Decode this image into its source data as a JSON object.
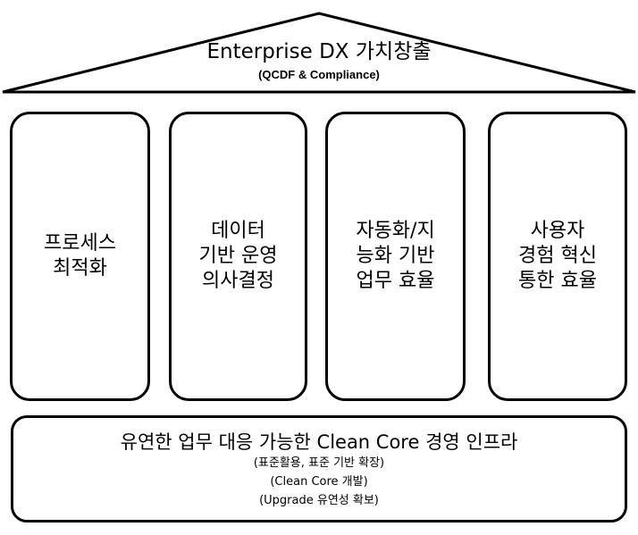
{
  "roof": {
    "title": "Enterprise DX 가치창출",
    "subtitle": "(QCDF & Compliance)"
  },
  "pillars": [
    {
      "text": "프로세스\n최적화"
    },
    {
      "text": "데이터\n기반 운영\n의사결정"
    },
    {
      "text": "자동화/지\n능화 기반\n업무 효율"
    },
    {
      "text": "사용자\n경험 혁신\n통한 효율"
    }
  ],
  "foundation": {
    "title": "유연한 업무 대응 가능한 Clean Core 경영 인프라",
    "lines": [
      "(표준활용, 표준 기반 확장)",
      "(Clean Core 개발)",
      "(Upgrade 유연성 확보)"
    ]
  }
}
